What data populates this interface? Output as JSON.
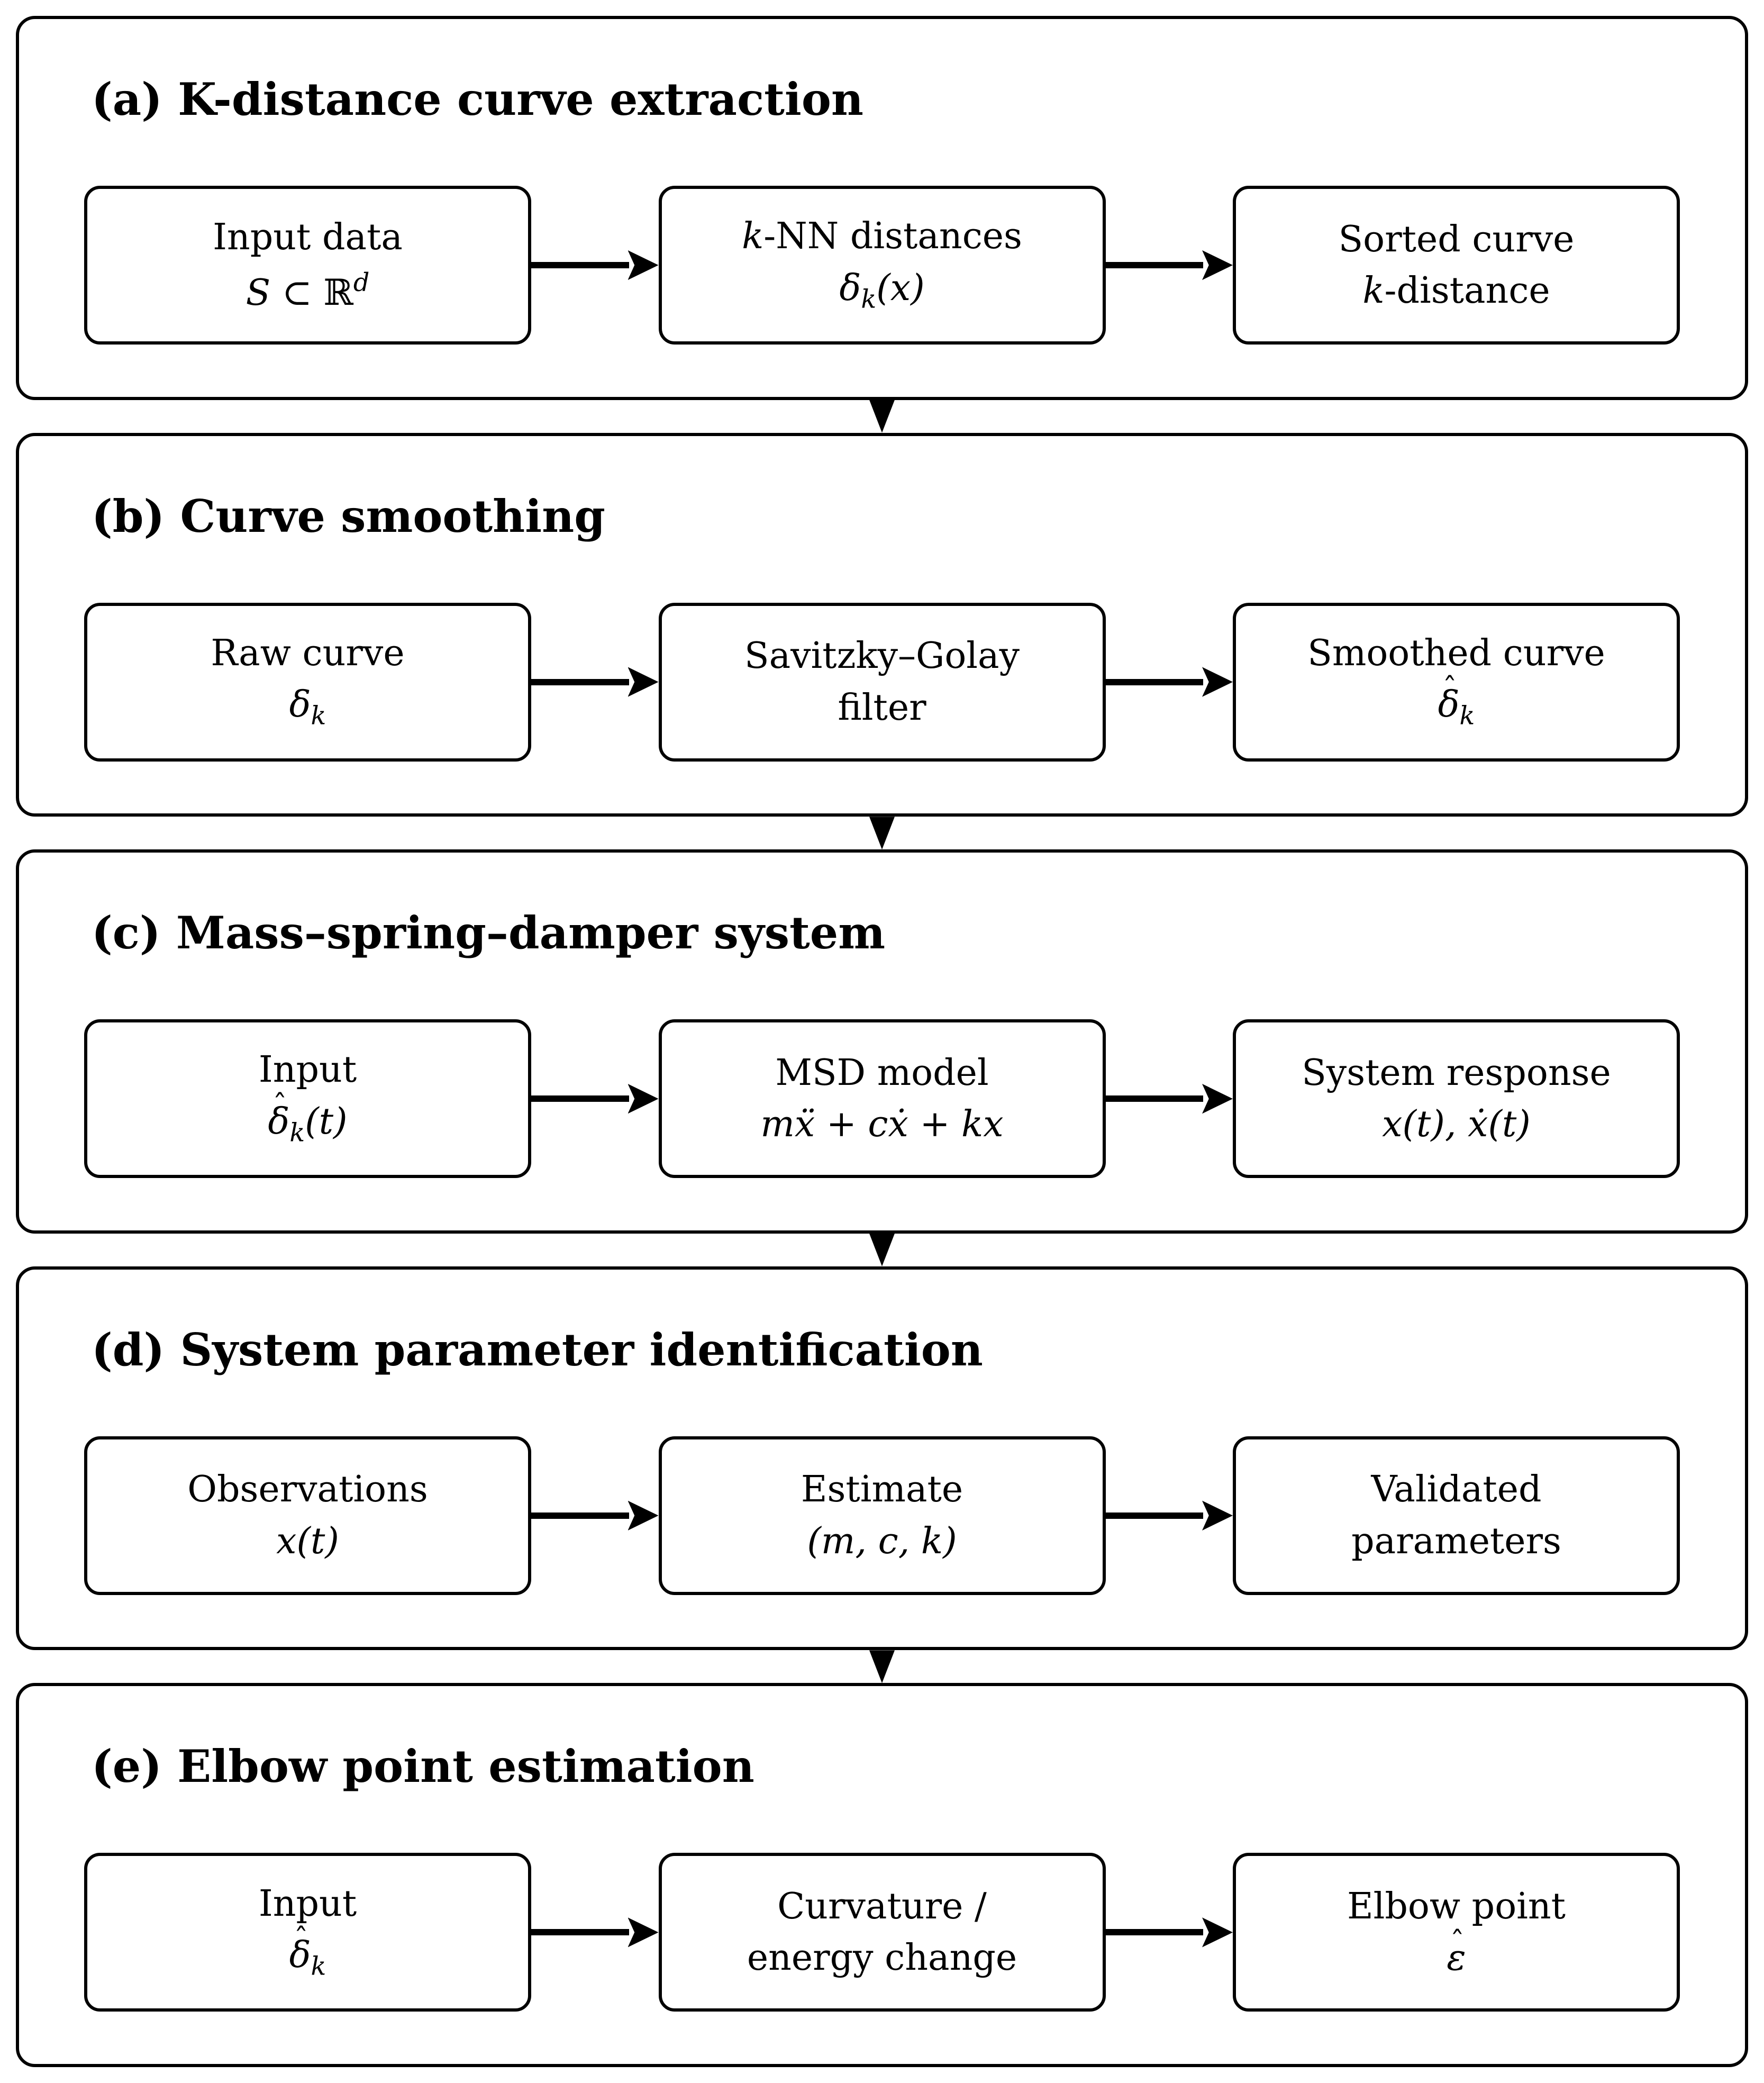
{
  "page": {
    "background": "#ffffff",
    "ink": "#000000"
  },
  "icons": {
    "flow_arrow_right": "filled black arrowhead pointing right (CSS clip-path triangle)",
    "flow_arrow_down": "filled black arrowhead pointing down (CSS clip-path triangle)",
    "hat_accent": "ˆ"
  },
  "panels": [
    {
      "id": "a",
      "title": "(a) K-distance curve extraction",
      "boxes": [
        {
          "name": "input-data",
          "l1": [
            {
              "t": "Input data",
              "c": "up"
            }
          ],
          "l2": [
            {
              "t": "S",
              "c": "it"
            },
            {
              "t": " ⊂ ℝ",
              "c": "up"
            },
            {
              "t": "d",
              "c": "sup"
            }
          ]
        },
        {
          "name": "knn-distances",
          "l1": [
            {
              "t": "k",
              "c": "it"
            },
            {
              "t": "-NN distances",
              "c": "up"
            }
          ],
          "l2": [
            {
              "t": "δ",
              "c": "it"
            },
            {
              "t": "k",
              "c": "sub"
            },
            {
              "t": "(x)",
              "c": "it"
            }
          ]
        },
        {
          "name": "sorted-curve",
          "l1": [
            {
              "t": "Sorted curve",
              "c": "up"
            }
          ],
          "l2": [
            {
              "t": "k",
              "c": "it"
            },
            {
              "t": "-distance",
              "c": "up"
            }
          ]
        }
      ]
    },
    {
      "id": "b",
      "title": "(b) Curve smoothing",
      "boxes": [
        {
          "name": "raw-curve",
          "l1": [
            {
              "t": "Raw curve",
              "c": "up"
            }
          ],
          "l2": [
            {
              "t": "δ",
              "c": "it"
            },
            {
              "t": "k",
              "c": "sub"
            }
          ]
        },
        {
          "name": "savitzky-golay-filter",
          "l1": [
            {
              "t": "Savitzky–Golay",
              "c": "up"
            }
          ],
          "l2": [
            {
              "t": "filter",
              "c": "up"
            }
          ]
        },
        {
          "name": "smoothed-curve",
          "l1": [
            {
              "t": "Smoothed curve",
              "c": "up"
            }
          ],
          "l2": [
            {
              "m": "ˆ",
              "t": "δ",
              "c": "hat"
            },
            {
              "t": "k",
              "c": "sub"
            }
          ]
        }
      ]
    },
    {
      "id": "c",
      "title": "(c) Mass–spring–damper system",
      "boxes": [
        {
          "name": "msd-input",
          "l1": [
            {
              "t": "Input",
              "c": "up"
            }
          ],
          "l2": [
            {
              "m": "ˆ",
              "t": "δ",
              "c": "hat"
            },
            {
              "t": "k",
              "c": "sub"
            },
            {
              "t": "(t)",
              "c": "it"
            }
          ]
        },
        {
          "name": "msd-model",
          "l1": [
            {
              "t": "MSD model",
              "c": "up"
            }
          ],
          "l2": [
            {
              "t": "mẍ + cẋ + kx",
              "c": "it"
            }
          ]
        },
        {
          "name": "system-response",
          "l1": [
            {
              "t": "System response",
              "c": "up"
            }
          ],
          "l2": [
            {
              "t": "x(t), ẋ(t)",
              "c": "it"
            }
          ]
        }
      ]
    },
    {
      "id": "d",
      "title": "(d) System parameter identification",
      "boxes": [
        {
          "name": "observations",
          "l1": [
            {
              "t": "Observations",
              "c": "up"
            }
          ],
          "l2": [
            {
              "t": "x(t)",
              "c": "it"
            }
          ]
        },
        {
          "name": "estimate",
          "l1": [
            {
              "t": "Estimate",
              "c": "up"
            }
          ],
          "l2": [
            {
              "t": "(m, c, k)",
              "c": "it"
            }
          ]
        },
        {
          "name": "validated-parameters",
          "l1": [
            {
              "t": "Validated",
              "c": "up"
            }
          ],
          "l2": [
            {
              "t": "parameters",
              "c": "up"
            }
          ]
        }
      ]
    },
    {
      "id": "e",
      "title": "(e) Elbow point estimation",
      "boxes": [
        {
          "name": "elbow-input",
          "l1": [
            {
              "t": "Input",
              "c": "up"
            }
          ],
          "l2": [
            {
              "m": "ˆ",
              "t": "δ",
              "c": "hat"
            },
            {
              "t": "k",
              "c": "sub"
            }
          ]
        },
        {
          "name": "curvature-energy-change",
          "l1": [
            {
              "t": "Curvature /",
              "c": "up"
            }
          ],
          "l2": [
            {
              "t": "energy change",
              "c": "up"
            }
          ]
        },
        {
          "name": "elbow-point",
          "l1": [
            {
              "t": "Elbow point",
              "c": "up"
            }
          ],
          "l2": [
            {
              "m": "ˆ",
              "t": "ε",
              "c": "hat"
            }
          ]
        }
      ]
    }
  ]
}
